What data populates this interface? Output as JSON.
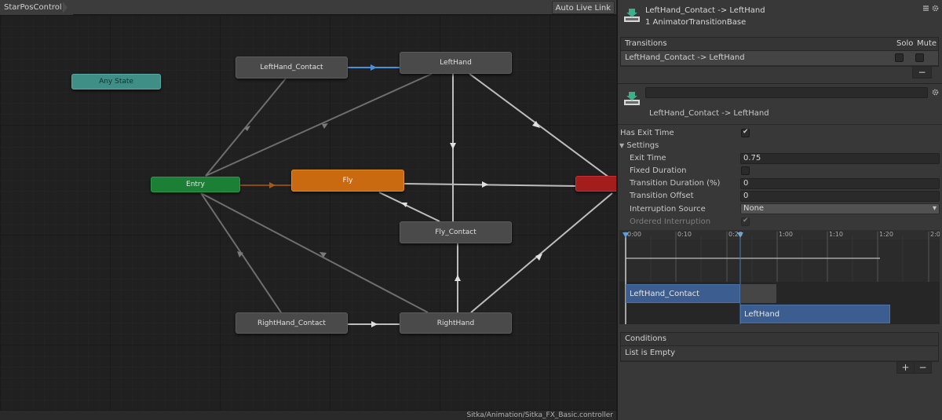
{
  "graph": {
    "breadcrumb": "StarPosControl",
    "live_link": "Auto Live Link",
    "controller_path": "Sitka/Animation/Sitka_FX_Basic.controller",
    "states": {
      "any_state": "Any State",
      "entry": "Entry",
      "fly": "Fly",
      "left_hand_contact": "LeftHand_Contact",
      "left_hand": "LeftHand",
      "fly_contact": "Fly_Contact",
      "right_hand_contact": "RightHand_Contact",
      "right_hand": "RightHand"
    }
  },
  "inspector": {
    "title": "LeftHand_Contact -> LeftHand",
    "subtitle": "1 AnimatorTransitionBase",
    "transitions": {
      "header": "Transitions",
      "solo": "Solo",
      "mute": "Mute",
      "rows": [
        "LeftHand_Contact -> LeftHand"
      ],
      "remove": "−"
    },
    "transition": {
      "name_value": "",
      "label": "LeftHand_Contact -> LeftHand",
      "has_exit_time_label": "Has Exit Time",
      "settings_label": "Settings",
      "exit_time_label": "Exit Time",
      "exit_time_value": "0.75",
      "fixed_duration_label": "Fixed Duration",
      "transition_duration_label": "Transition Duration (%)",
      "transition_duration_value": "0",
      "transition_offset_label": "Transition Offset",
      "transition_offset_value": "0",
      "interruption_source_label": "Interruption Source",
      "interruption_source_value": "None",
      "ordered_interruption_label": "Ordered Interruption"
    },
    "timeline": {
      "ticks": [
        "0:00",
        "0:10",
        "0:20",
        "1:00",
        "1:10",
        "1:20",
        "2:0"
      ],
      "source_clip": "LeftHand_Contact",
      "dest_clip": "LeftHand"
    },
    "conditions": {
      "header": "Conditions",
      "empty": "List is Empty",
      "add": "+",
      "remove": "−"
    }
  },
  "colors": {
    "any_state": "#3f8f86",
    "entry": "#1b8036",
    "default_state": "#c96a10",
    "exit": "#a41d1d",
    "selected_transition": "#4a90d9",
    "clip_blue": "#3b5d8f"
  }
}
